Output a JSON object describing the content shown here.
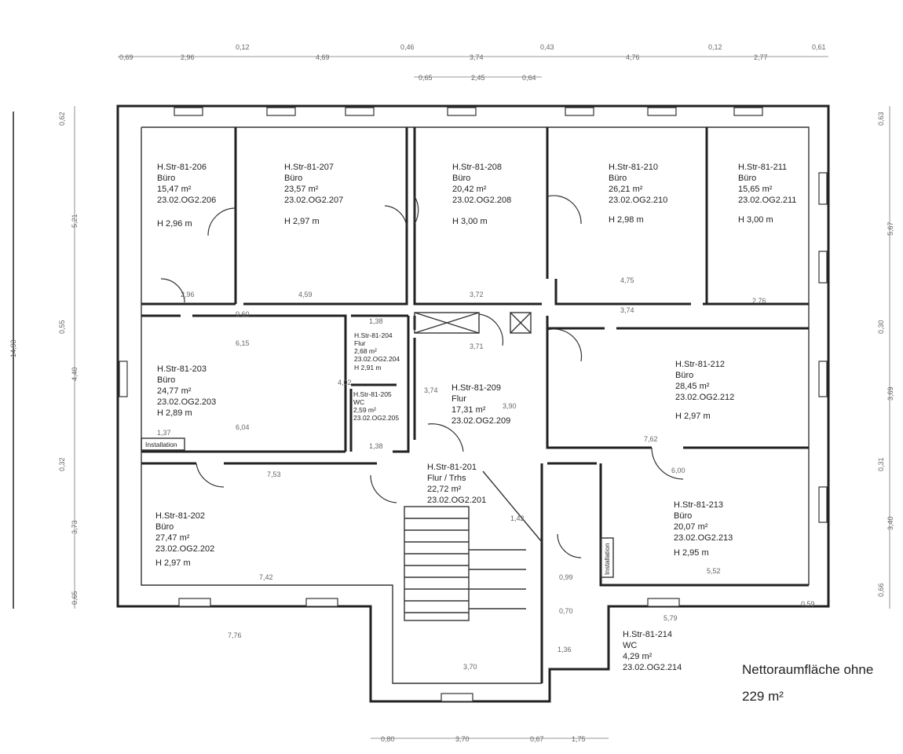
{
  "top_dims": {
    "row1": [
      "0,69",
      "2,96",
      "4,69",
      "3,74",
      "4,76",
      "2,77"
    ],
    "row1_small": [
      "0,12",
      "0,46",
      "0,43",
      "0,12",
      "0,61"
    ],
    "row2": [
      "0,65",
      "2,45",
      "0,64"
    ]
  },
  "left_dims": [
    "0,62",
    "5,21",
    "0,55",
    "4,40",
    "0,32",
    "3,73",
    "0,65"
  ],
  "left_total": "14,93",
  "right_dims": [
    "0,63",
    "5,67",
    "0,30",
    "3,69",
    "0,31",
    "3,40",
    "0,66"
  ],
  "bottom_dims": [
    "0,80",
    "3,70",
    "0,67",
    "1,75"
  ],
  "interior_dims": [
    "2,96",
    "4,59",
    "3,72",
    "4,75",
    "3,74",
    "2,76",
    "6,15",
    "6,04",
    "1,37",
    "7,53",
    "7,42",
    "7,62",
    "6,00",
    "5,52",
    "5,79",
    "0,59",
    "3,71",
    "3,74",
    "3,90",
    "4,02",
    "1,38",
    "1,38",
    "7,76",
    "3,70",
    "1,42",
    "1,36",
    "0,70",
    "0,99",
    "0,60"
  ],
  "rooms": [
    {
      "id": "H.Str-81-206",
      "use": "Büro",
      "area": "15,47 m²",
      "code": "23.02.OG2.206",
      "height": "H 2,96 m"
    },
    {
      "id": "H.Str-81-207",
      "use": "Büro",
      "area": "23,57 m²",
      "code": "23.02.OG2.207",
      "height": "H 2,97 m"
    },
    {
      "id": "H.Str-81-208",
      "use": "Büro",
      "area": "20,42 m²",
      "code": "23.02.OG2.208",
      "height": "H 3,00 m"
    },
    {
      "id": "H.Str-81-210",
      "use": "Büro",
      "area": "26,21 m²",
      "code": "23.02.OG2.210",
      "height": "H 2,98 m"
    },
    {
      "id": "H.Str-81-211",
      "use": "Büro",
      "area": "15,65 m²",
      "code": "23.02.OG2.211",
      "height": "H 3,00 m"
    },
    {
      "id": "H.Str-81-203",
      "use": "Büro",
      "area": "24,77 m²",
      "code": "23.02.OG2.203",
      "height": "H 2,89 m"
    },
    {
      "id": "H.Str-81-204",
      "use": "Flur",
      "area": "2,68 m²",
      "code": "23.02.OG2.204",
      "height": "H 2,91 m"
    },
    {
      "id": "H.Str-81-205",
      "use": "WC",
      "area": "2,59 m²",
      "code": "23.02.OG2.205"
    },
    {
      "id": "H.Str-81-209",
      "use": "Flur",
      "area": "17,31 m²",
      "code": "23.02.OG2.209"
    },
    {
      "id": "H.Str-81-212",
      "use": "Büro",
      "area": "28,45 m²",
      "code": "23.02.OG2.212",
      "height": "H 2,97 m"
    },
    {
      "id": "H.Str-81-202",
      "use": "Büro",
      "area": "27,47 m²",
      "code": "23.02.OG2.202",
      "height": "H 2,97 m"
    },
    {
      "id": "H.Str-81-201",
      "use": "Flur / Trhs",
      "area": "22,72 m²",
      "code": "23.02.OG2.201"
    },
    {
      "id": "H.Str-81-213",
      "use": "Büro",
      "area": "20,07 m²",
      "code": "23.02.OG2.213",
      "height": "H 2,95 m"
    },
    {
      "id": "H.Str-81-214",
      "use": "WC",
      "area": "4,29 m²",
      "code": "23.02.OG2.214"
    }
  ],
  "installation_label": "Installation",
  "summary": {
    "line1": "Nettoraumfläche ohne",
    "line2": "229 m²"
  }
}
